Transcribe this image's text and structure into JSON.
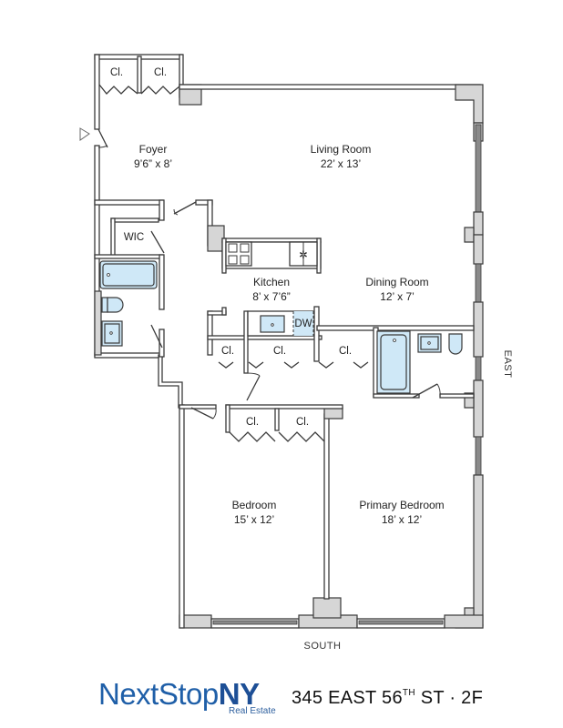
{
  "floorplan": {
    "rooms": {
      "foyer": {
        "name": "Foyer",
        "dims": "9’6” x 8’"
      },
      "living_room": {
        "name": "Living Room",
        "dims": "22’ x 13’"
      },
      "kitchen": {
        "name": "Kitchen",
        "dims": "8’ x 7’6”"
      },
      "dining_room": {
        "name": "Dining Room",
        "dims": "12’ x 7’"
      },
      "bedroom": {
        "name": "Bedroom",
        "dims": "15’ x 12’"
      },
      "primary_bedroom": {
        "name": "Primary Bedroom",
        "dims": "18’ x 12’"
      }
    },
    "labels": {
      "closet": "Cl.",
      "walk_in_closet": "WIC",
      "dishwasher": "DW"
    },
    "compass": {
      "east": "EAST",
      "south": "SOUTH"
    },
    "colors": {
      "wall_fill": "#d6d6d6",
      "wall_stroke": "#3a3a3a",
      "fixture_fill": "#cfe8f7",
      "brand_blue": "#1f5fa8"
    }
  },
  "footer": {
    "brand_name_light": "NextStop",
    "brand_name_bold": "NY",
    "brand_tagline": "Real Estate",
    "address_main": "345 EAST 56",
    "address_ordinal": "TH",
    "address_rest": " ST · 2F"
  }
}
